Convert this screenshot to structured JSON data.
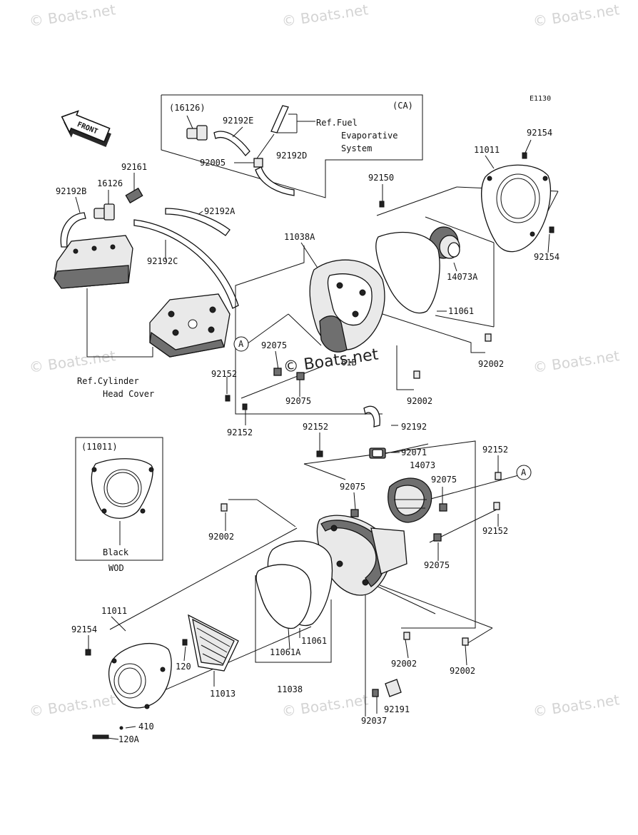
{
  "diagram_code": "E1130",
  "direction_label": "FRONT",
  "watermarks": [
    "© Boats.net",
    "© Boats.net",
    "© Boats.net",
    "© Boats.net",
    "© Boats.net",
    "© Boats.net",
    "© Boats.net",
    "© Boats.net",
    "© Boats.net"
  ],
  "center_watermark": "© Boats.net",
  "ca_box": {
    "tag": "(CA)",
    "parts": {
      "p16126": "(16126)",
      "p92192E": "92192E",
      "p92005": "92005",
      "p92192D": "92192D"
    },
    "ref_line1": "Ref.Fuel",
    "ref_line2": "Evaporative",
    "ref_line3": "System"
  },
  "wod_box": {
    "title": "(11011)",
    "color": "Black",
    "caption": "WOD"
  },
  "ref_cylinder_line1": "Ref.Cylinder",
  "ref_cylinder_line2": "Head Cover",
  "callout_marker": "A",
  "parts": {
    "p92161": "92161",
    "p16126": "16126",
    "p92192B": "92192B",
    "p92192A": "92192A",
    "p92192C": "92192C",
    "p92154_top": "92154",
    "p11011_top": "11011",
    "p92154_right": "92154",
    "p92150": "92150",
    "p11038A": "11038A",
    "p14073A": "14073A",
    "p11061_top": "11061",
    "p92002_r1": "92002",
    "p92075_a": "92075",
    "p92075_b": "92075",
    "p92152_a": "92152",
    "p92152_b": "92152",
    "p92002_r2": "92002",
    "p61B": "61B",
    "p92192": "92192",
    "p92152_c": "92152",
    "p92071": "92071",
    "p92152_d": "92152",
    "p14073": "14073",
    "p92075_c": "92075",
    "p92075_d": "92075",
    "p92002_l": "92002",
    "p92152_e": "92152",
    "p92075_e": "92075",
    "p11011_bot": "11011",
    "p92154_bot": "92154",
    "p11061_bot": "11061",
    "p11061A": "11061A",
    "p120": "120",
    "p11013": "11013",
    "p11038": "11038",
    "p92002_b1": "92002",
    "p92002_b2": "92002",
    "p92191": "92191",
    "p92037": "92037",
    "p410": "410",
    "p120A": "120A"
  }
}
